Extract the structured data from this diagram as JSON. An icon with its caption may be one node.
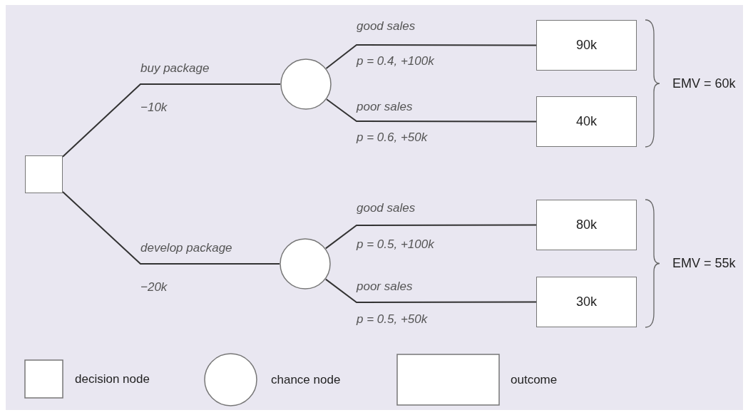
{
  "diagram": {
    "nodes": [
      {
        "text": [],
        "shape": "box"
      },
      {
        "text": [],
        "shape": "circle"
      },
      {
        "text": [],
        "shape": "circle"
      },
      {
        "text": [
          "90k"
        ]
      },
      {
        "text": [
          "40k"
        ]
      },
      {
        "text": [
          "80k"
        ]
      },
      {
        "text": [
          "30k"
        ]
      }
    ],
    "edges": [
      {
        "from": 0,
        "to": 1,
        "arrow": "none",
        "label": "buy package"
      },
      {
        "from": 1,
        "to": 3,
        "arrow": "none",
        "label": "good sales"
      },
      {
        "from": 1,
        "to": 4,
        "arrow": "none",
        "label": "poor sales"
      },
      {
        "from": 0,
        "to": 2,
        "arrow": "none",
        "label": "develop package"
      },
      {
        "from": 2,
        "to": 5,
        "arrow": "none",
        "label": "good sales"
      },
      {
        "from": 2,
        "to": 6,
        "arrow": "none",
        "label": "poor sales"
      }
    ],
    "labels": [
      "p = 0.4, +100k",
      "−10k",
      "p = 0.6, +50k",
      "EMV = 60k",
      "p = 0.5, +100k",
      "−20k",
      "p = 0.5, +50k",
      "EMV = 55k"
    ],
    "legend": [
      {
        "text": "decision node"
      },
      {
        "text": "chance node"
      },
      {
        "text": "outcome"
      }
    ]
  }
}
